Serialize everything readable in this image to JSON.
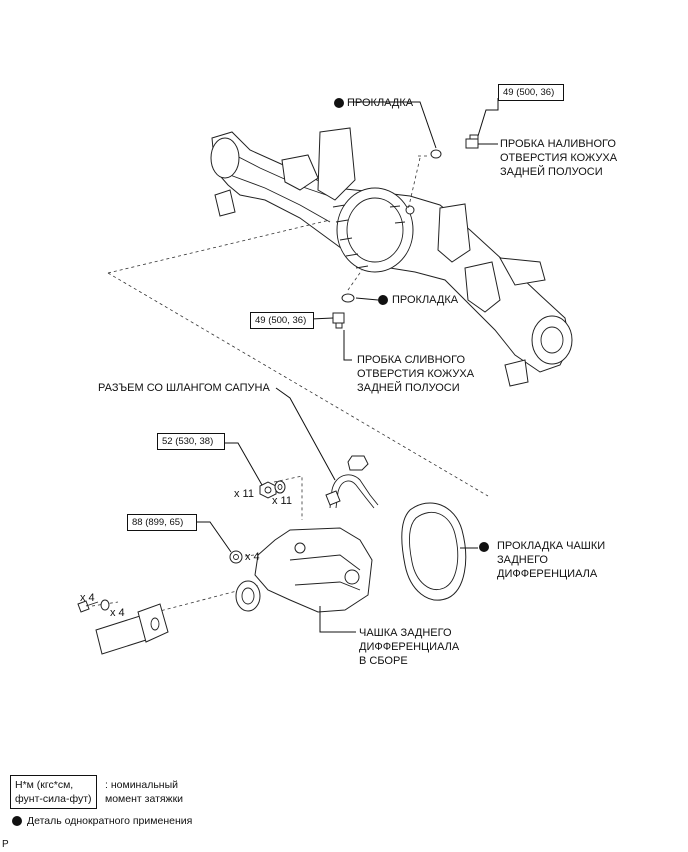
{
  "labels": {
    "gasket_top": "ПРОКЛАДКА",
    "gasket_mid": "ПРОКЛАДКА",
    "filler_plug": [
      "ПРОБКА НАЛИВНОГО",
      "ОТВЕРСТИЯ КОЖУХА",
      "ЗАДНЕЙ ПОЛУОСИ"
    ],
    "drain_plug": [
      "ПРОБКА СЛИВНОГО",
      "ОТВЕРСТИЯ КОЖУХА",
      "ЗАДНЕЙ ПОЛУОСИ"
    ],
    "breather": "РАЗЪЕМ СО ШЛАНГОМ САПУНА",
    "carrier_gasket": [
      "ПРОКЛАДКА ЧАШКИ",
      "ЗАДНЕГО",
      "ДИФФЕРЕНЦИАЛА"
    ],
    "carrier_assy": [
      "ЧАШКА ЗАДНЕГО",
      "ДИФФЕРЕНЦИАЛА",
      "В СБОРЕ"
    ]
  },
  "torques": {
    "filler": "49 (500, 36)",
    "drain": "49 (500, 36)",
    "nut": "52 (530, 38)",
    "flange": "88 (899, 65)"
  },
  "quantities": {
    "nut_x11_a": "x 11",
    "nut_x11_b": "x 11",
    "flange_x4": "x 4",
    "bolt_x4_a": "x 4",
    "bolt_x4_b": "x 4"
  },
  "legend": {
    "torque_box": [
      "Н*м (кгс*см,",
      "фунт-сила-фут)"
    ],
    "torque_desc": [
      ": номинальный",
      "момент затяжки"
    ],
    "nonreusable": "Деталь однократного применения"
  },
  "corner_mark": "P"
}
